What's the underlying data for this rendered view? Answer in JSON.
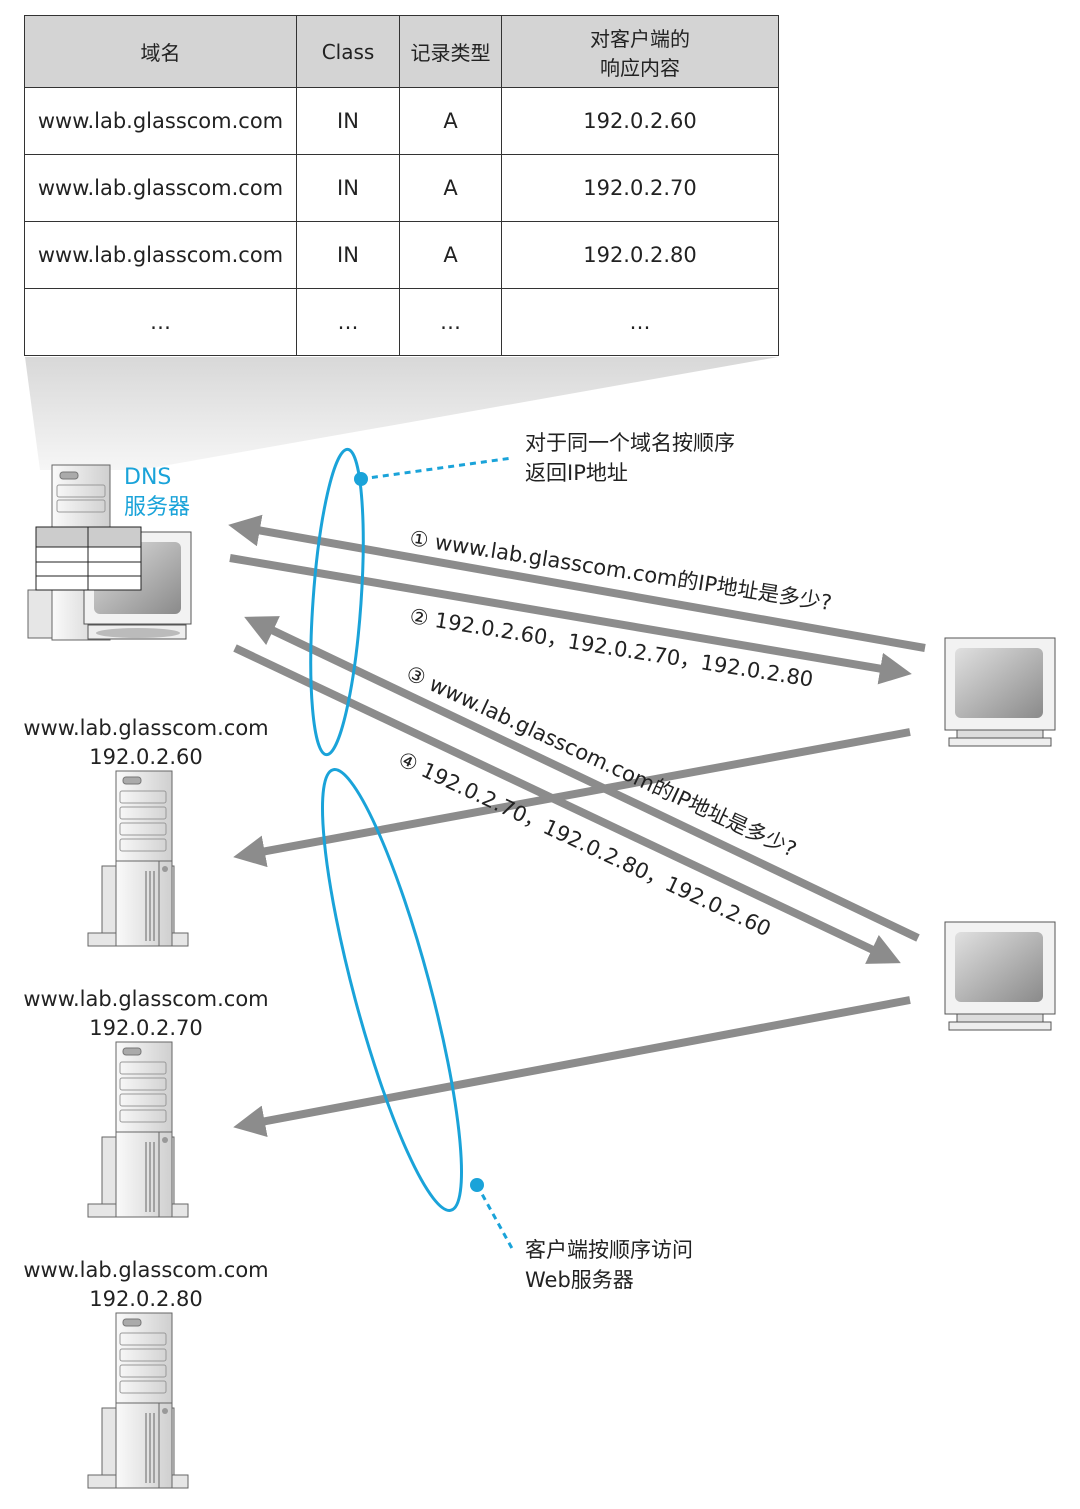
{
  "table": {
    "headers": [
      "域名",
      "Class",
      "记录类型",
      "对客户端的\n响应内容"
    ],
    "header_line1": "对客户端的",
    "header_line2": "响应内容",
    "rows": [
      [
        "www.lab.glasscom.com",
        "IN",
        "A",
        "192.0.2.60"
      ],
      [
        "www.lab.glasscom.com",
        "IN",
        "A",
        "192.0.2.70"
      ],
      [
        "www.lab.glasscom.com",
        "IN",
        "A",
        "192.0.2.80"
      ],
      [
        "…",
        "…",
        "…",
        "…"
      ]
    ]
  },
  "dns_server": {
    "line1": "DNS",
    "line2": "服务器"
  },
  "annotations": {
    "round_robin_line1": "对于同一个域名按顺序",
    "round_robin_line2": "返回IP地址",
    "client_line1": "客户端按顺序访问",
    "client_line2": "Web服务器"
  },
  "messages": [
    "① www.lab.glasscom.com的IP地址是多少?",
    "② 192.0.2.60，192.0.2.70，192.0.2.80",
    "③ www.lab.glasscom.com的IP地址是多少?",
    "④ 192.0.2.70，192.0.2.80，192.0.2.60"
  ],
  "web_servers": [
    {
      "host": "www.lab.glasscom.com",
      "ip": "192.0.2.60"
    },
    {
      "host": "www.lab.glasscom.com",
      "ip": "192.0.2.70"
    },
    {
      "host": "www.lab.glasscom.com",
      "ip": "192.0.2.80"
    }
  ],
  "colors": {
    "accent": "#1aa3d9",
    "arrow": "#8c8c8c",
    "header": "#d4d4d4"
  }
}
